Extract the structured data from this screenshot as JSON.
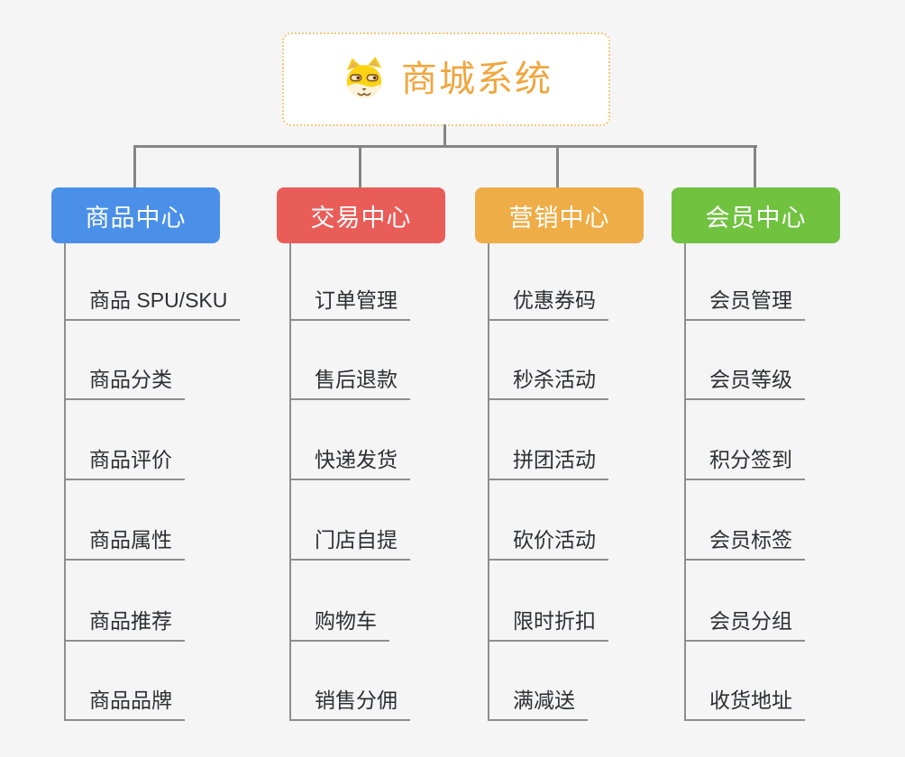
{
  "root": {
    "title": "商城系统",
    "icon": "dog-face-icon",
    "border_color": "#f6c77c",
    "title_color": "#f0a63e"
  },
  "connector_color": "#858585",
  "background_color": "#f5f5f6",
  "branches": [
    {
      "label": "商品中心",
      "color": "#4a90e8",
      "items": [
        "商品 SPU/SKU",
        "商品分类",
        "商品评价",
        "商品属性",
        "商品推荐",
        "商品品牌"
      ]
    },
    {
      "label": "交易中心",
      "color": "#e95d59",
      "items": [
        "订单管理",
        "售后退款",
        "快递发货",
        "门店自提",
        "购物车",
        "销售分佣"
      ]
    },
    {
      "label": "营销中心",
      "color": "#eead46",
      "items": [
        "优惠券码",
        "秒杀活动",
        "拼团活动",
        "砍价活动",
        "限时折扣",
        "满减送"
      ]
    },
    {
      "label": "会员中心",
      "color": "#70c23f",
      "items": [
        "会员管理",
        "会员等级",
        "积分签到",
        "会员标签",
        "会员分组",
        "收货地址"
      ]
    }
  ]
}
